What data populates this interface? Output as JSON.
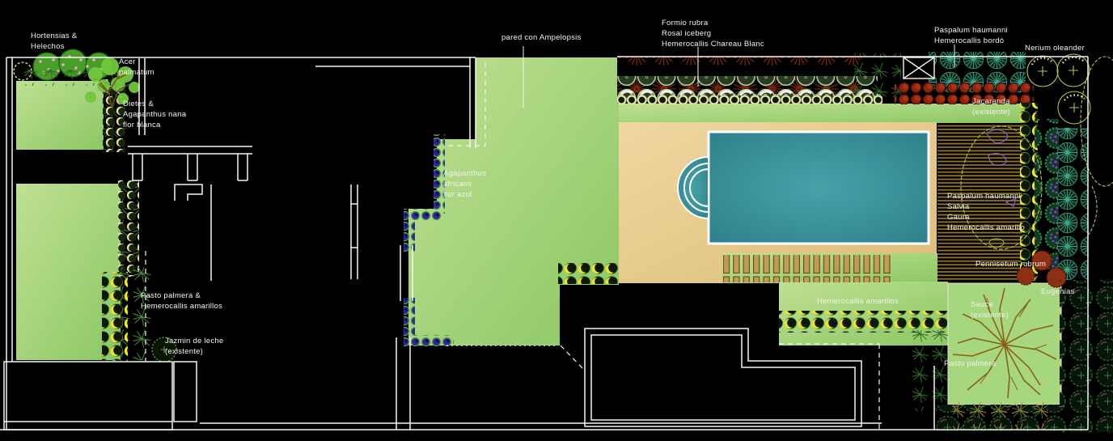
{
  "drawing": {
    "type": "landscape-plan",
    "labels": {
      "hortensias": "Hortensias &\nHelechos",
      "acer": "Acer\npalmatum",
      "dietes": "Dietes &\n Agapanthus nana\nflor blanca",
      "pared": "pared con Ampelopsis",
      "agapanthus": "Agapanthus\nafricans\nflor azul",
      "formio": "Formio rubra\nRosal iceberg\nHemerocallis Chareau Blanc",
      "paspalum_top": "Paspalum haumanni\nHemerocallis bordó",
      "nerium": "Nerium oleander",
      "jacaranda": "Jacaranda\n(existente)",
      "paspalum_mid": "Paspalum haumanni\nSalvia\nGaura\nHemerocallis amarillo",
      "pennisetum": "Pennisetum rubrum",
      "eugenias": "Eugenias",
      "sauce": "Sauce\n(existente)",
      "pasto_right": "Pasto palmera",
      "heme_bottom": "Hemerocallis amarillos",
      "pasto_left": "Pasto palmera &\nHemerocallis amarillos",
      "jazmin": "Jazmin de leche\n(existente)"
    },
    "colors": {
      "background": "#000000",
      "lawn_light": "#bfe093",
      "lawn_dark": "#8cc764",
      "deck_sand": "#eed39a",
      "pool_water": "#3f9aa3",
      "line_white": "#f5f5f0",
      "agapanthus_purple": "#33249a",
      "hemerocallis_yellow": "#f2e41f",
      "bordo_red": "#93200e",
      "formio_red": "#8c2d12",
      "tree_olive": "#b9c24a",
      "branch_brown": "#8a6114"
    }
  }
}
